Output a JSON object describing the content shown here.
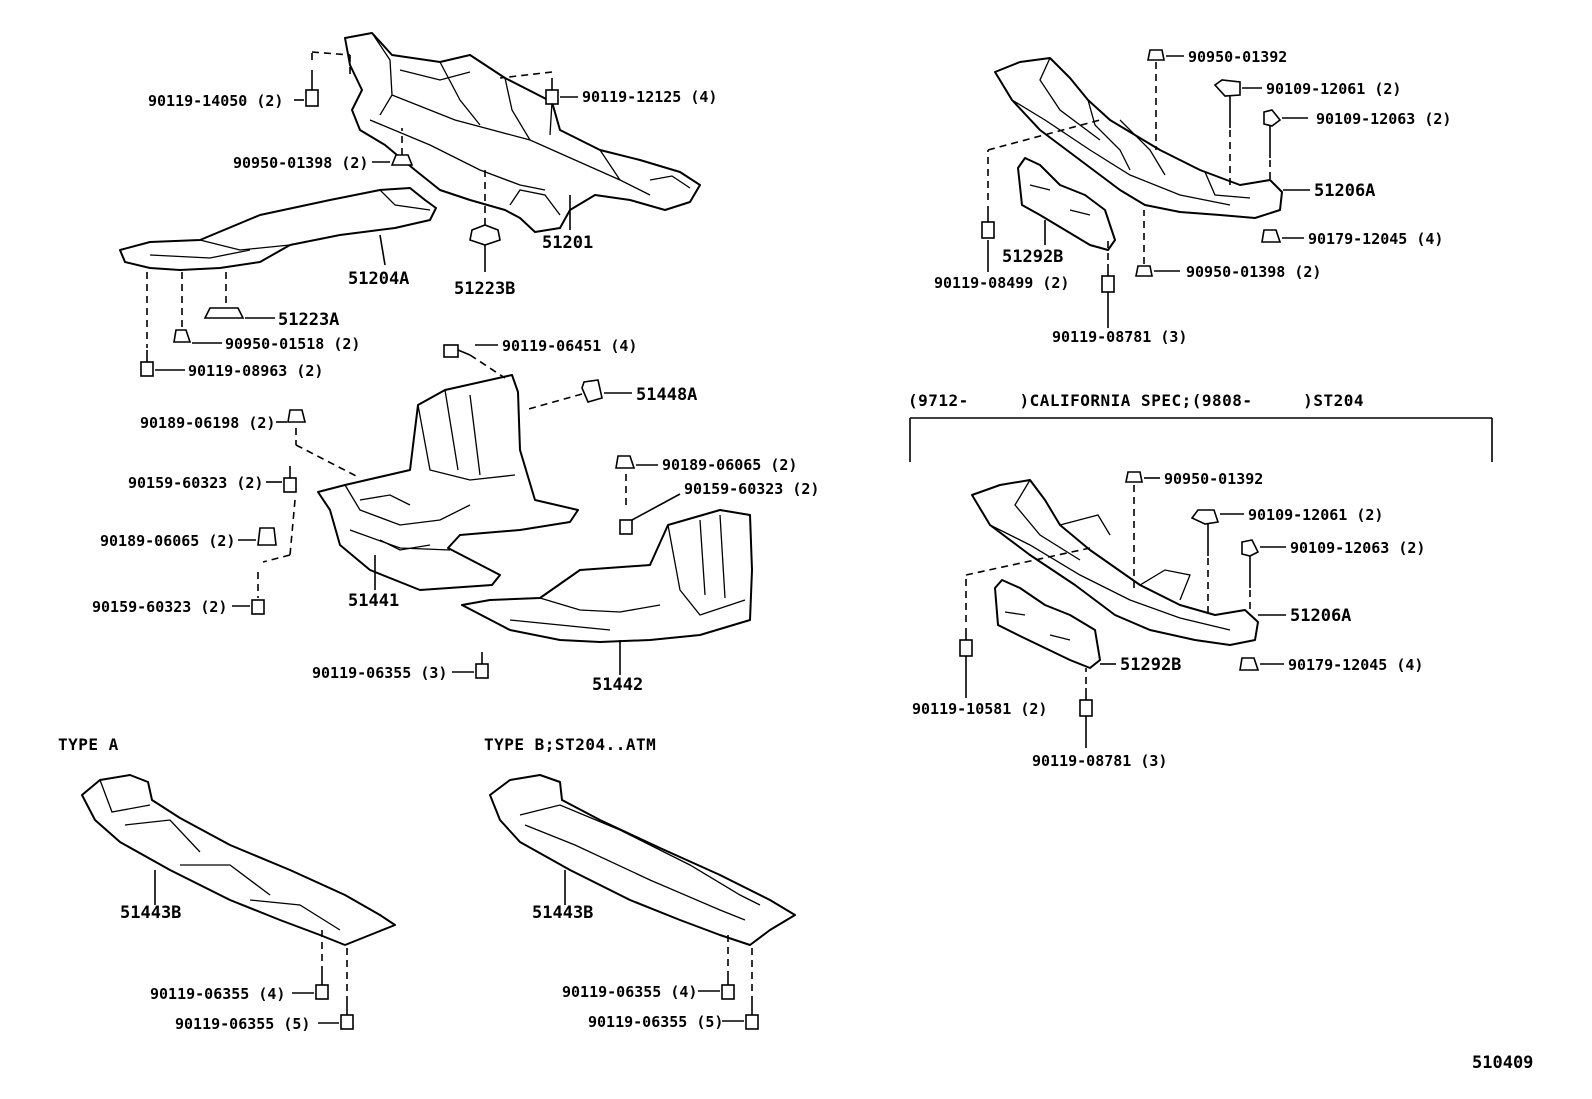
{
  "labels": {
    "l_90119_14050": "90119-14050 (2)",
    "l_90119_12125": "90119-12125 (4)",
    "l_90950_01398_a": "90950-01398 (2)",
    "l_51201": "51201",
    "l_51204A": "51204A",
    "l_51223B": "51223B",
    "l_51223A": "51223A",
    "l_90950_01518": "90950-01518 (2)",
    "l_90119_08963": "90119-08963 (2)",
    "l_90119_06451": "90119-06451 (4)",
    "l_51448A": "51448A",
    "l_90189_06198": "90189-06198 (2)",
    "l_90159_60323_a": "90159-60323 (2)",
    "l_90189_06065_a": "90189-06065 (2)",
    "l_90159_60323_b": "90159-60323 (2)",
    "l_90189_06065_b": "90189-06065 (2)",
    "l_90159_60323_c": "90159-60323 (2)",
    "l_51441": "51441",
    "l_90119_06355_a": "90119-06355 (3)",
    "l_51442": "51442",
    "type_a": "TYPE A",
    "type_b": "TYPE B;ST204..ATM",
    "l_51443B_a": "51443B",
    "l_90119_06355_4a": "90119-06355 (4)",
    "l_90119_06355_5a": "90119-06355 (5)",
    "l_51443B_b": "51443B",
    "l_90119_06355_4b": "90119-06355 (4)",
    "l_90119_06355_5b": "90119-06355 (5)",
    "r1_90950_01392": "90950-01392",
    "r1_90109_12061": "90109-12061 (2)",
    "r1_90109_12063": "90109-12063 (2)",
    "r1_51206A": "51206A",
    "r1_90179_12045": "90179-12045 (4)",
    "r1_51292B": "51292B",
    "r1_90950_01398": "90950-01398 (2)",
    "r1_90119_08499": "90119-08499 (2)",
    "r1_90119_08781": "90119-08781 (3)",
    "spec_header": "(9712-     )CALIFORNIA SPEC;(9808-     )ST204",
    "r2_90950_01392": "90950-01392",
    "r2_90109_12061": "90109-12061 (2)",
    "r2_90109_12063": "90109-12063 (2)",
    "r2_51206A": "51206A",
    "r2_51292B": "51292B",
    "r2_90179_12045": "90179-12045 (4)",
    "r2_90119_10581": "90119-10581 (2)",
    "r2_90119_08781": "90119-08781 (3)",
    "page_code": "510409"
  }
}
